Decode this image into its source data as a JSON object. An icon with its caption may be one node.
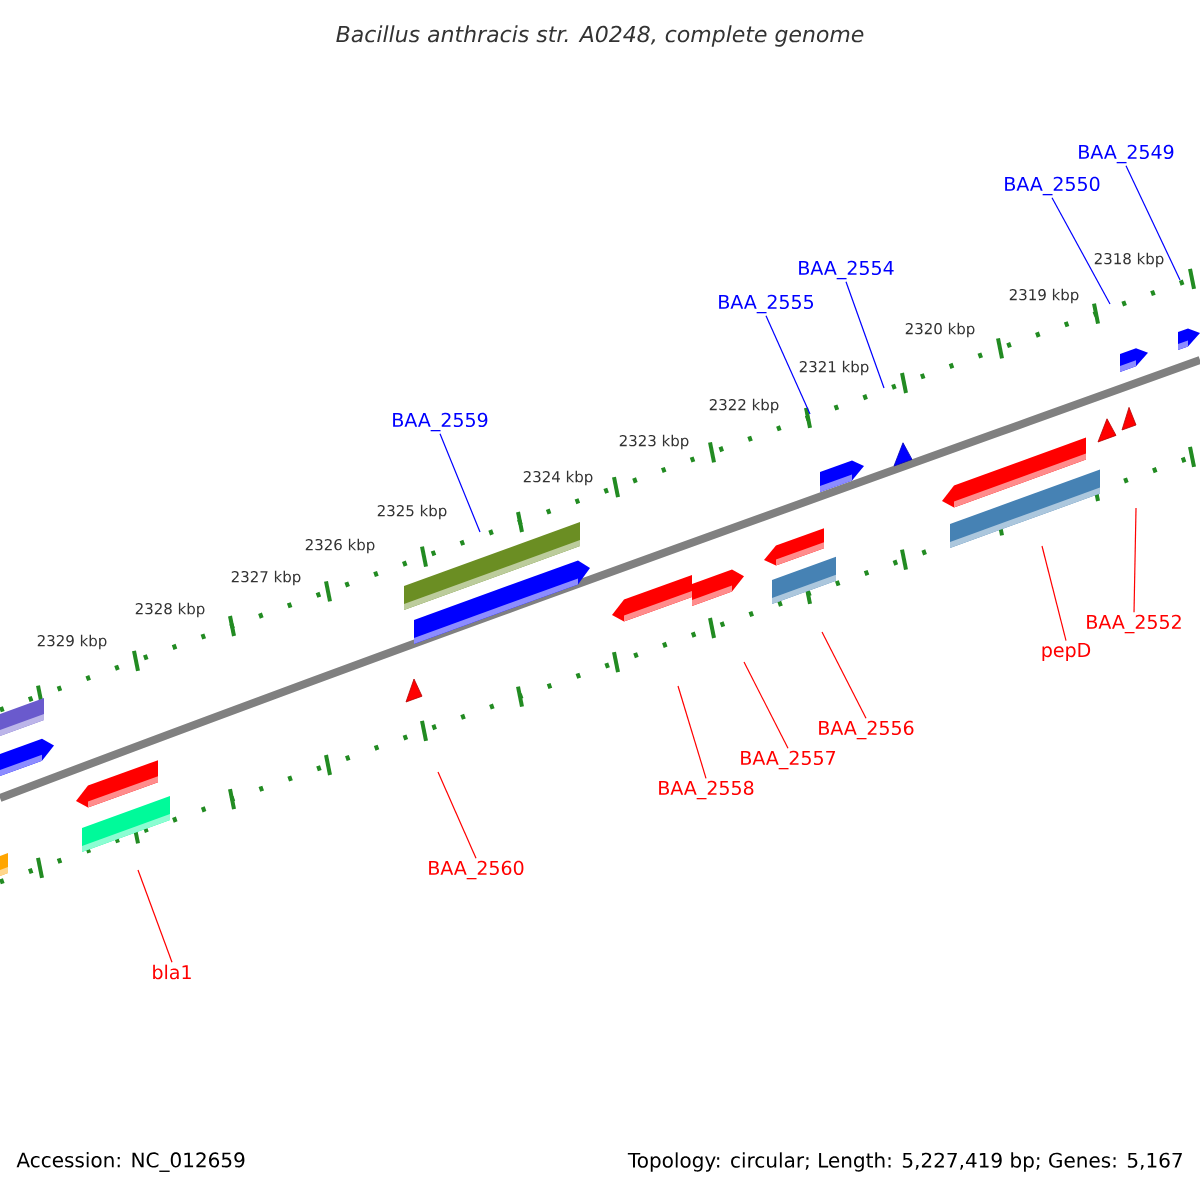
{
  "diagram": {
    "title": "Bacillus anthracis str. A0248, complete genome",
    "nodes": [
      {
        "text": [
          "BAA_2549"
        ]
      },
      {
        "text": [
          "BAA_2550"
        ]
      },
      {
        "text": [
          "BAA_2554"
        ]
      },
      {
        "text": [
          "BAA_2555"
        ]
      },
      {
        "text": [
          "BAA_2559"
        ]
      },
      {
        "text": [
          "BAA_2552"
        ]
      },
      {
        "text": [
          "pepD"
        ]
      },
      {
        "text": [
          "BAA_2556"
        ]
      },
      {
        "text": [
          "BAA_2557"
        ]
      },
      {
        "text": [
          "BAA_2558"
        ]
      },
      {
        "text": [
          "BAA_2560"
        ]
      },
      {
        "text": [
          "bla1"
        ]
      }
    ],
    "edges": [
      {
        "from": 0,
        "to": null,
        "arrow": "none",
        "color": "#0000ff"
      },
      {
        "from": 1,
        "to": null,
        "arrow": "none",
        "color": "#0000ff"
      },
      {
        "from": 2,
        "to": null,
        "arrow": "none",
        "color": "#0000ff"
      },
      {
        "from": 3,
        "to": null,
        "arrow": "none",
        "color": "#0000ff"
      },
      {
        "from": 4,
        "to": null,
        "arrow": "none",
        "color": "#0000ff"
      },
      {
        "from": 5,
        "to": null,
        "arrow": "none",
        "color": "#ff0000"
      },
      {
        "from": 6,
        "to": null,
        "arrow": "none",
        "color": "#ff0000"
      },
      {
        "from": 7,
        "to": null,
        "arrow": "none",
        "color": "#ff0000"
      },
      {
        "from": 8,
        "to": null,
        "arrow": "none",
        "color": "#ff0000"
      },
      {
        "from": 9,
        "to": null,
        "arrow": "none",
        "color": "#ff0000"
      },
      {
        "from": 10,
        "to": null,
        "arrow": "none",
        "color": "#ff0000"
      },
      {
        "from": 11,
        "to": null,
        "arrow": "none",
        "color": "#ff0000"
      }
    ],
    "labels": [
      "2318 kbp",
      "2319 kbp",
      "2320 kbp",
      "2321 kbp",
      "2322 kbp",
      "2323 kbp",
      "2324 kbp",
      "2325 kbp",
      "2326 kbp",
      "2327 kbp",
      "2328 kbp",
      "2329 kbp",
      "Accession: NC_012659",
      "Topology: circular; Length: 5,227,419 bp; Genes: 5,167"
    ]
  }
}
